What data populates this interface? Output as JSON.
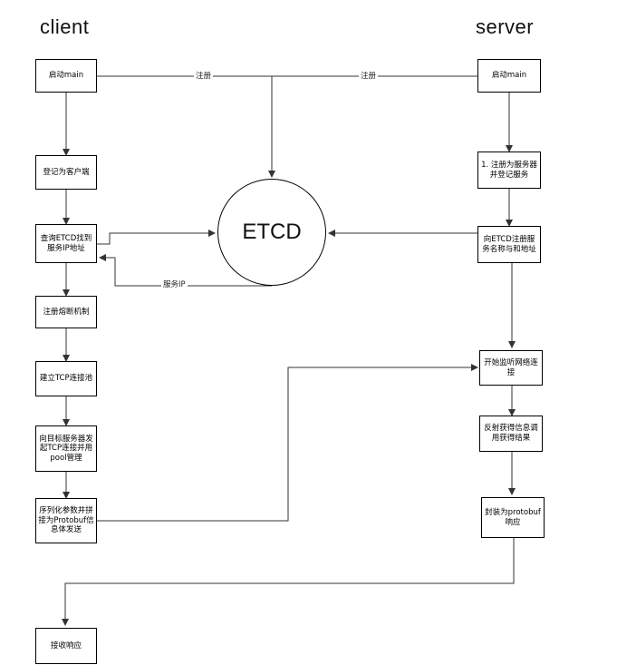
{
  "headings": {
    "client": "client",
    "server": "server"
  },
  "etcd": {
    "label": "ETCD"
  },
  "client_nodes": {
    "start": "启动main",
    "register_client": "登记为客户端",
    "query_etcd": "查询ETCD找到服务IP地址",
    "circuit_breaker": "注册熔断机制",
    "tcp_pool": "建立TCP连接池",
    "connect_target": "向目标服务器发起TCP连接并用pool管理",
    "serialize_send": "序列化参数并拼接为Protobuf信息体发送",
    "receive_response": "接收响应"
  },
  "server_nodes": {
    "start": "启动main",
    "register_server": "1. 注册为服务器并登记服务",
    "register_etcd": "向ETCD注册服务名称与和地址",
    "listen": "开始监听网络连接",
    "reflect": "反射获得信息调用获得结果",
    "encode": "封装为protobuf响应"
  },
  "edge_labels": {
    "client_register": "注册",
    "server_register": "注册",
    "service_ip": "服务IP"
  }
}
